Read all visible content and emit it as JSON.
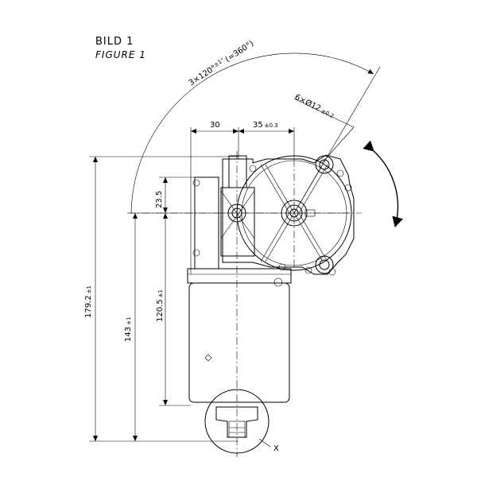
{
  "title": {
    "line1": "BILD 1",
    "line2": "FIGURE 1"
  },
  "dimensions": {
    "arc_angle": "3×120°",
    "arc_angle_tol": "±1°",
    "arc_angle_total": "(=360°)",
    "hole_pattern": "6×Ø12",
    "hole_pattern_tol": "±0.2",
    "width_left": "30",
    "width_right": "35",
    "width_right_tol": "±0.3",
    "height_top": "23.5",
    "height_total": "179.2",
    "height_total_tol": "±1",
    "height_body": "143",
    "height_body_tol": "±1",
    "height_motor": "120.5",
    "height_motor_tol": "±1"
  },
  "detail_label": "X"
}
